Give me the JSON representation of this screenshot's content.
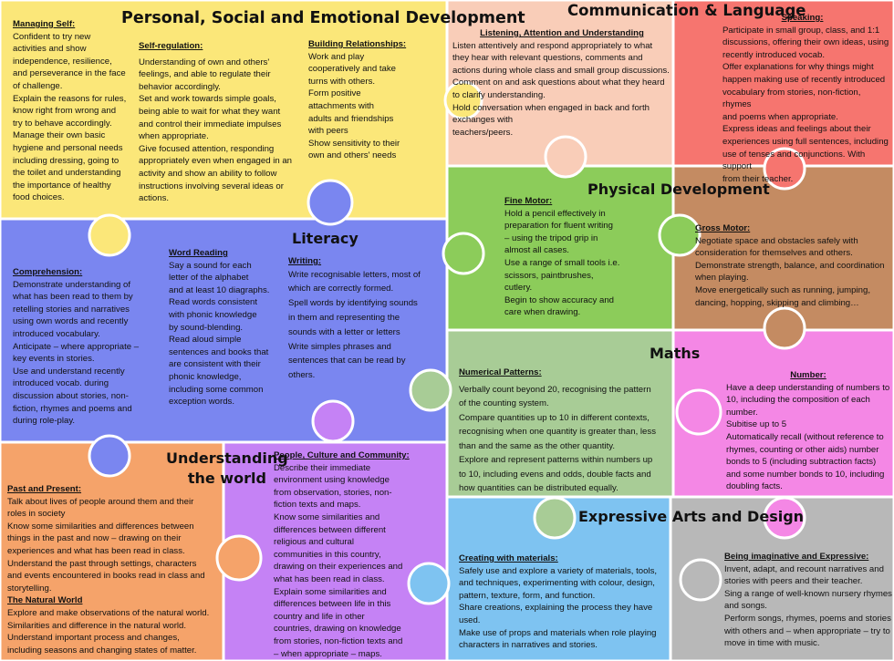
{
  "colors": {
    "pse": "#fbe779",
    "comm_lang": "#f9cdb8",
    "speaking": "#f6756f",
    "literacy": "#7a86f0",
    "physical": "#8ccc5a",
    "gross_motor": "#c48b62",
    "maths": "#a8cc96",
    "number": "#f487e5",
    "understanding": "#f5a36a",
    "people": "#c582f5",
    "arts": "#7ec3f1",
    "imaginative": "#b8b8b8",
    "outline": "#ffffff"
  },
  "pse": {
    "title": "Personal, Social and Emotional Development",
    "managing_self": {
      "heading": "Managing Self:",
      "text": "Confident to try new\nactivities and show\nindependence, resilience,\nand perseverance in the face\nof challenge.\nExplain the reasons for rules,\nknow right from wrong and\ntry to behave accordingly.\nManage their own basic\nhygiene and personal needs\nincluding dressing, going to\nthe toilet and understanding\nthe importance of healthy\nfood choices."
    },
    "self_regulation": {
      "heading": "Self-regulation:",
      "text": "Understanding of own and others'\nfeelings, and able to regulate their\nbehavior accordingly.\nSet and work towards simple goals,\nbeing able to wait for what they want\nand control their immediate impulses\nwhen appropriate.\nGive focused attention, responding\nappropriately even when engaged in an\nactivity and show an ability to follow\ninstructions involving several ideas or\nactions."
    },
    "building_relationships": {
      "heading": "Building Relationships:",
      "text": "Work and play\ncooperatively and take\nturns with others.\nForm positive\nattachments with\nadults and friendships\nwith peers\nShow sensitivity to their\nown and others' needs"
    }
  },
  "comm_lang": {
    "title": "Communication & Language",
    "listening": {
      "heading": "Listening, Attention and Understanding",
      "text": "Listen attentively and respond appropriately to what\nthey hear with relevant questions, comments and\nactions during whole class and small group discussions.\nComment on and ask questions about what they heard\nto clarify understanding.\nHold conversation when engaged in back and forth\nexchanges with\nteachers/peers."
    },
    "speaking": {
      "heading": "Speaking:",
      "text": "Participate in small group, class, and 1:1\ndiscussions, offering their own ideas, using\nrecently introduced vocab.\nOffer explanations for why things might\nhappen making use of recently introduced\nvocabulary from stories, non-fiction, rhymes\nand poems when appropriate.\nExpress ideas and feelings about their\nexperiences using full sentences, including\nuse of tenses and conjunctions. With support\nfrom their teacher."
    }
  },
  "literacy": {
    "title": "Literacy",
    "comprehension": {
      "heading": "Comprehension:",
      "text": "Demonstrate understanding of\nwhat has been read to them by\nretelling stories and narratives\nusing own words and recently\nintroduced vocabulary.\nAnticipate – where appropriate –\nkey events in stories.\nUse and understand recently\nintroduced vocab. during\ndiscussion about stories, non-\nfiction, rhymes and poems and\nduring role-play."
    },
    "word_reading": {
      "heading": "Word Reading",
      "text": "Say a sound for each\nletter of the alphabet\nand at least 10 diagraphs.\nRead words consistent\nwith phonic knowledge\nby sound-blending.\nRead aloud simple\nsentences and books that\nare consistent with their\nphonic knowledge,\nincluding some common\nexception words."
    },
    "writing": {
      "heading": "Writing:",
      "text": "Write recognisable letters, most of\nwhich are correctly formed.\nSpell words by identifying sounds\nin them and representing the\nsounds with a letter or letters\nWrite simples phrases and\nsentences that can be read by\nothers."
    }
  },
  "physical": {
    "title": "Physical Development",
    "fine_motor": {
      "heading": "Fine Motor:",
      "text": "Hold a pencil effectively in\npreparation for fluent writing\n– using the tripod grip in\nalmost all cases.\nUse a range of small tools i.e.\nscissors, paintbrushes,\ncutlery.\nBegin to show accuracy and\ncare when drawing."
    },
    "gross_motor": {
      "heading": "Gross Motor:",
      "text": "Negotiate space and obstacles safely with\nconsideration for themselves and others.\nDemonstrate strength, balance, and coordination\nwhen playing.\nMove energetically such as running, jumping,\ndancing, hopping, skipping and climbing…"
    }
  },
  "maths": {
    "title": "Maths",
    "numerical_patterns": {
      "heading": "Numerical Patterns:",
      "text": "Verbally count beyond 20, recognising the pattern\nof the counting system.\nCompare quantities up to 10 in different contexts,\nrecognising when one quantity is greater than, less\nthan and the same as the other quantity.\nExplore and represent patterns within numbers up\nto 10, including evens and odds, double facts and\nhow quantities can be distributed equally."
    },
    "number": {
      "heading": "Number:",
      "text": "Have a deep understanding of numbers to\n10, including the composition of each\nnumber.\nSubitise up to 5\nAutomatically recall (without reference to\nrhymes, counting or other aids) number\nbonds to 5 (including subtraction facts)\nand some number bonds to 10, including\ndoubling facts."
    }
  },
  "understanding": {
    "title": "Understanding\nthe world",
    "past_present": {
      "heading": "Past and Present:",
      "text": "Talk about lives of people around them and their\nroles in society\nKnow some similarities and differences between\nthings in the past and now – drawing on their\nexperiences and what has been read in class.\nUnderstand the past through settings, characters\nand events encountered in books read in class and\nstorytelling."
    },
    "natural_world": {
      "heading": "The Natural World",
      "text": "Explore and make observations of the natural world.\nSimilarities and difference in the natural world.\nUnderstand important process and changes,\nincluding seasons and changing states of matter."
    },
    "people_culture": {
      "heading": "People, Culture and Community:",
      "text": "Describe their immediate\nenvironment using knowledge\nfrom observation, stories, non-\nfiction texts and maps.\nKnow some similarities and\ndifferences between different\nreligious and cultural\ncommunities in this country,\ndrawing on their experiences and\nwhat has been read in class.\nExplain some similarities and\ndifferences between life in this\ncountry and life in other\ncountries, drawing on knowledge\nfrom stories, non-fiction texts and\n– when appropriate – maps."
    }
  },
  "arts": {
    "title": "Expressive Arts and Design",
    "creating": {
      "heading": "Creating with materials:",
      "text": "Safely use and explore a variety of materials, tools,\nand techniques, experimenting with colour, design,\npattern, texture, form, and function.\nShare creations, explaining the process they have\nused.\nMake use of props and materials when role playing\ncharacters in narratives and stories."
    },
    "imaginative": {
      "heading": "Being imaginative and Expressive:",
      "text": "Invent, adapt, and recount narratives and\nstories with peers and their teacher.\nSing a range of well-known nursery rhymes\nand songs.\nPerform songs, rhymes, poems and stories\nwith others and – when appropriate – try to\nmove in time with music."
    }
  }
}
